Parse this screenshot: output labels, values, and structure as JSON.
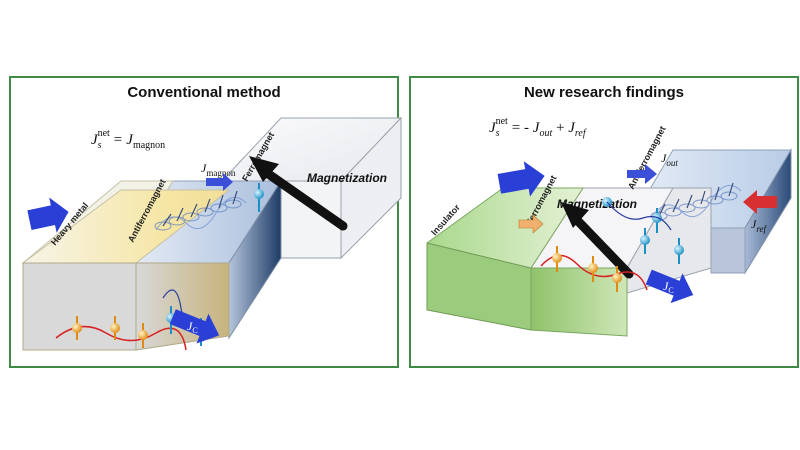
{
  "left": {
    "title": "Conventional method",
    "equation": {
      "lhs_symbol": "J",
      "lhs_sub": "s",
      "lhs_sup": "net",
      "eq_sign": "=",
      "rhs_symbol": "J",
      "rhs_sub": "magnon"
    },
    "layers": {
      "heavy_metal": "Heavy metal",
      "antiferromagnet": "Antiferromagnet",
      "ferromagnet": "Ferromagnet"
    },
    "magnon_label": {
      "symbol": "J",
      "sub": "magnon"
    },
    "magnetization": "Magnetization",
    "current": {
      "symbol": "J",
      "sub": "C"
    }
  },
  "right": {
    "title": "New research findings",
    "equation": {
      "lhs_symbol": "J",
      "lhs_sub": "s",
      "lhs_sup": "net",
      "eq_mid": "= - ",
      "out_symbol": "J",
      "out_sub": "out",
      "plus": " + ",
      "ref_symbol": "J",
      "ref_sub": "ref"
    },
    "layers": {
      "insulator": "Insulator",
      "ferromagnet": "Ferromagnet",
      "antiferromagnet": "Antiferromagnet"
    },
    "out_label": {
      "symbol": "J",
      "sub": "out"
    },
    "ref_label": {
      "symbol": "J",
      "sub": "ref"
    },
    "magnetization": "Magnetization",
    "current": {
      "symbol": "J",
      "sub": "C"
    }
  },
  "colors": {
    "panel_border": "#3f8a45",
    "heavy_metal": "#f3e6a6",
    "insulator": "#9cc77f",
    "antiferromagnet": "#c9d7ea",
    "ferromagnet": "#eef0f4",
    "current_arrow": "#2a3fd6",
    "spin_orange": "#f0a020",
    "spin_cyan": "#2fb7e0",
    "ref_arrow": "#d83030"
  }
}
